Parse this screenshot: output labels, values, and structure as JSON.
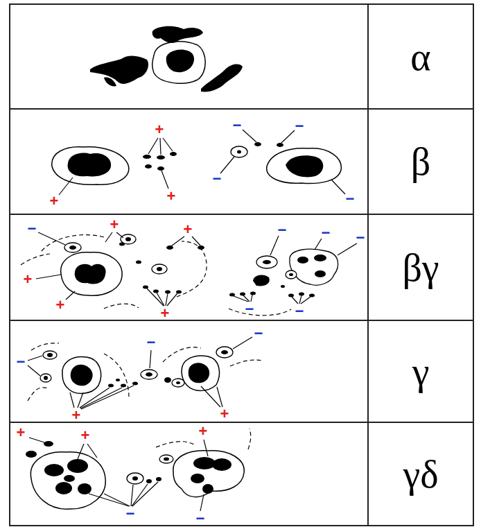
{
  "diagram": {
    "nodes": [
      {
        "text": [
          "α"
        ]
      },
      {
        "text": [
          "β"
        ]
      },
      {
        "text": [
          "βγ"
        ]
      },
      {
        "text": [
          "γ"
        ]
      },
      {
        "text": [
          "γδ"
        ]
      }
    ],
    "labels": [
      "+",
      "−",
      "−",
      "−",
      "+",
      "+",
      "−",
      "−",
      "+",
      "+",
      "−",
      "−",
      "−",
      "+",
      "+",
      "−",
      "−",
      "+",
      "−",
      "−",
      "−",
      "+",
      "+",
      "+",
      "+",
      "+",
      "−",
      "−"
    ]
  }
}
